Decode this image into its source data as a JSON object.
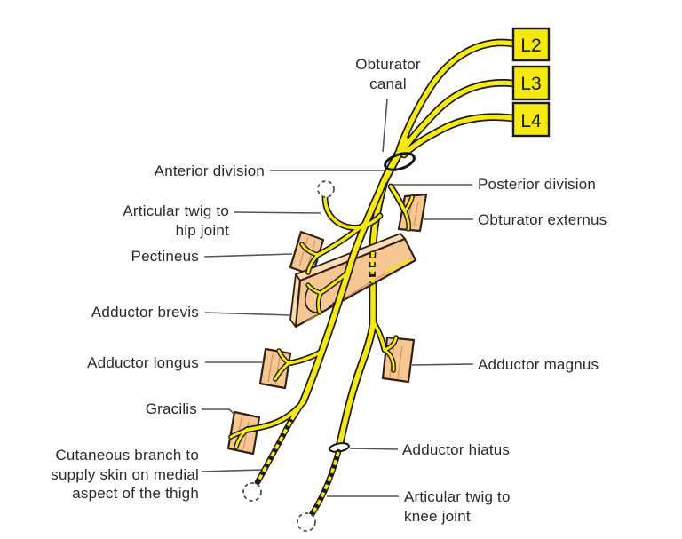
{
  "colors": {
    "background": "#FFFFFF",
    "nerve_yellow": "#F5E90F",
    "nerve_outline": "#1C1A15",
    "muscle_fill": "#F6C795",
    "muscle_outline": "#302114",
    "plank_top": "#FBDCB4",
    "label_text": "#2D2A26",
    "leader_line": "#555555"
  },
  "nerve_roots": [
    {
      "label": "L2"
    },
    {
      "label": "L3"
    },
    {
      "label": "L4"
    }
  ],
  "labels": {
    "obturator_canal": {
      "lines": [
        "Obturator",
        "canal"
      ]
    },
    "anterior_division": {
      "text": "Anterior division"
    },
    "posterior_division": {
      "text": "Posterior division"
    },
    "articular_twig_hip": {
      "lines": [
        "Articular twig to",
        "hip joint"
      ]
    },
    "obturator_externus": {
      "text": "Obturator externus"
    },
    "pectineus": {
      "text": "Pectineus"
    },
    "adductor_brevis": {
      "text": "Adductor brevis"
    },
    "adductor_longus": {
      "text": "Adductor longus"
    },
    "adductor_magnus": {
      "text": "Adductor magnus"
    },
    "gracilis": {
      "text": "Gracilis"
    },
    "cutaneous_branch": {
      "lines": [
        "Cutaneous branch to",
        "supply skin on medial",
        "aspect of the thigh"
      ]
    },
    "adductor_hiatus": {
      "text": "Adductor hiatus"
    },
    "articular_twig_knee": {
      "lines": [
        "Articular twig to",
        "knee joint"
      ]
    }
  }
}
